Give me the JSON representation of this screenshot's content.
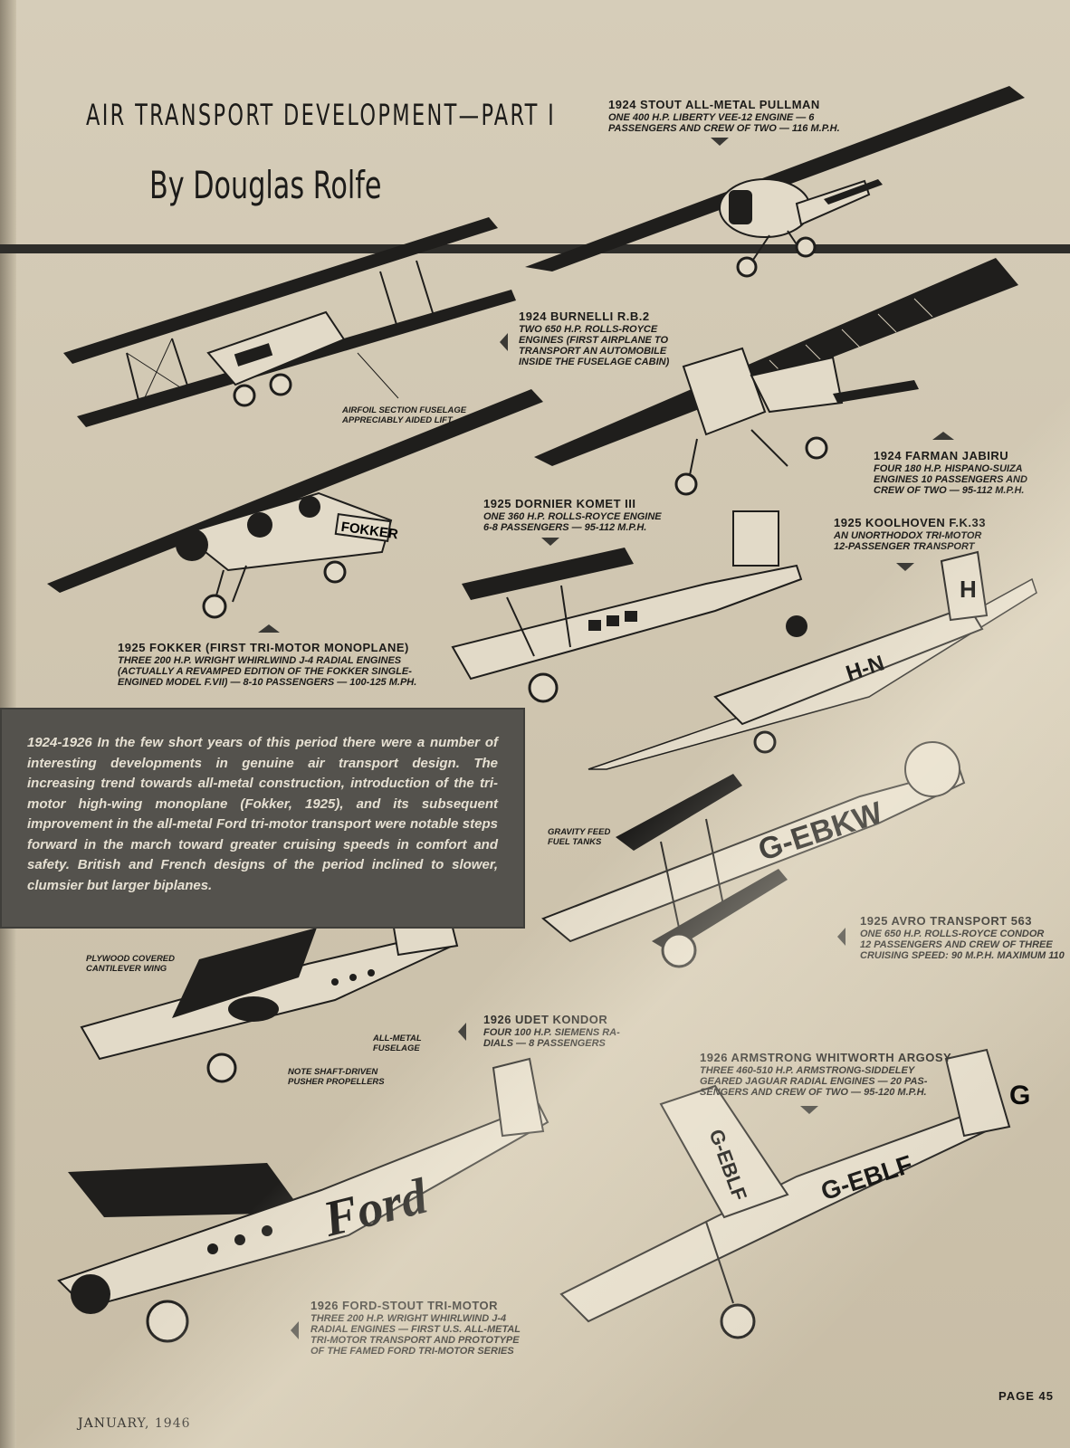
{
  "header": {
    "title": "AIR TRANSPORT DEVELOPMENT—PART I",
    "byline": "By Douglas Rolfe"
  },
  "aircraft": [
    {
      "heading": "1924 STOUT ALL-METAL PULLMAN",
      "detail": [
        "ONE 400 H.P. LIBERTY VEE-12 ENGINE — 6",
        "PASSENGERS AND CREW OF TWO — 116 M.P.H."
      ]
    },
    {
      "heading": "1924 BURNELLI R.B.2",
      "detail": [
        "TWO 650 H.P. ROLLS-ROYCE",
        "ENGINES (FIRST AIRPLANE TO",
        "TRANSPORT AN AUTOMOBILE",
        "INSIDE THE FUSELAGE CABIN)"
      ]
    },
    {
      "heading": "1924 FARMAN JABIRU",
      "detail": [
        "FOUR 180 H.P. HISPANO-SUIZA",
        "ENGINES 10 PASSENGERS AND",
        "CREW OF TWO — 95-112 M.P.H."
      ]
    },
    {
      "heading": "1925 DORNIER KOMET III",
      "detail": [
        "ONE 360 H.P. ROLLS-ROYCE ENGINE",
        "6-8 PASSENGERS — 95-112 M.P.H."
      ]
    },
    {
      "heading": "1925 KOOLHOVEN F.K.33",
      "detail": [
        "AN UNORTHODOX TRI-MOTOR",
        "12-PASSENGER TRANSPORT"
      ]
    },
    {
      "heading": "1925 FOKKER (FIRST TRI-MOTOR MONOPLANE)",
      "detail": [
        "THREE 200 H.P. WRIGHT WHIRLWIND J-4 RADIAL ENGINES",
        "(ACTUALLY A REVAMPED EDITION OF THE FOKKER SINGLE-",
        "ENGINED MODEL F.VII) — 8-10 PASSENGERS — 100-125 M.PH."
      ]
    },
    {
      "heading": "1925 AVRO TRANSPORT 563",
      "detail": [
        "ONE 650 H.P. ROLLS-ROYCE CONDOR",
        "12 PASSENGERS AND CREW OF THREE",
        "CRUISING SPEED: 90 M.P.H. MAXIMUM 110"
      ]
    },
    {
      "heading": "1926 UDET KONDOR",
      "detail": [
        "FOUR 100 H.P. SIEMENS RA-",
        "DIALS — 8 PASSENGERS"
      ]
    },
    {
      "heading": "1926 ARMSTRONG WHITWORTH ARGOSY",
      "detail": [
        "THREE 460-510 H.P. ARMSTRONG-SIDDELEY",
        "GEARED JAGUAR RADIAL ENGINES — 20 PAS-",
        "SENGERS AND CREW OF TWO — 95-120 M.P.H."
      ]
    },
    {
      "heading": "1926 FORD-STOUT TRI-MOTOR",
      "detail": [
        "THREE 200 H.P. WRIGHT WHIRLWIND J-4",
        "RADIAL ENGINES — FIRST U.S. ALL-METAL",
        "TRI-MOTOR TRANSPORT AND PROTOTYPE",
        "OF THE FAMED FORD TRI-MOTOR SERIES"
      ]
    }
  ],
  "notes": {
    "airfoil": [
      "AIRFOIL SECTION FUSELAGE",
      "APPRECIABLY AIDED LIFT"
    ],
    "gravity": [
      "GRAVITY FEED",
      "FUEL TANKS"
    ],
    "plywood": [
      "PLYWOOD COVERED",
      "CANTILEVER WING"
    ],
    "allmetal": [
      "ALL-METAL",
      "FUSELAGE"
    ],
    "shaft": [
      "NOTE SHAFT-DRIVEN",
      "PUSHER PROPELLERS"
    ]
  },
  "markings": {
    "fokker": "FOKKER",
    "koolhoven_reg": "H-N",
    "koolhoven_tail": "H",
    "avro_reg": "G-EBKW",
    "ford": "Ford",
    "argosy_reg": "G-EBLF",
    "argosy_tail": "G",
    "argosy_wing": "G-EBLF"
  },
  "body_text": "1924-1926 In the few short years of this period there were a number of interesting developments in genuine air transport design. The increasing trend towards all-metal construction, introduction of the tri-motor high-wing monoplane (Fokker, 1925), and its subsequent improvement in the all-metal Ford tri-motor transport were notable steps forward in the march toward greater cruising speeds in comfort and safety. British and French designs of the period inclined to slower, clumsier but larger biplanes.",
  "footer": {
    "date": "JANUARY, 1946",
    "page": "PAGE 45"
  }
}
